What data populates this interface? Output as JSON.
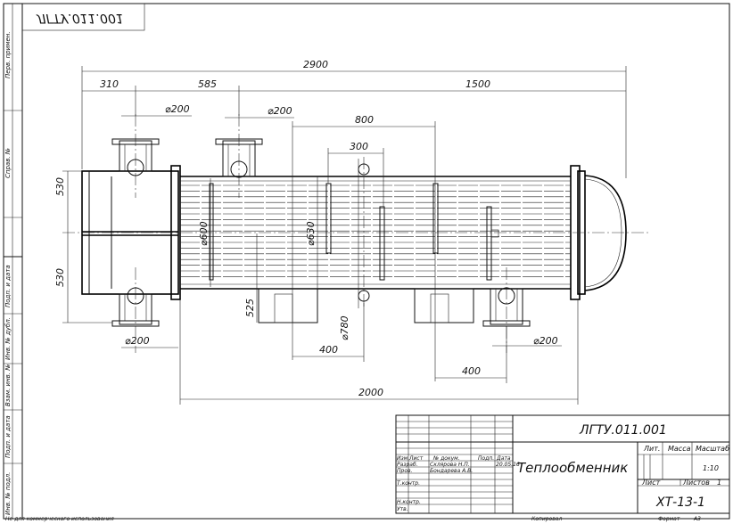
{
  "drawing": {
    "top_code_mirrored": "ЛГТУ.011.001",
    "dimensions": {
      "overall_length": "2900",
      "left_nozzle_offset": "310",
      "nozzle_spacing": "585",
      "right_span": "1500",
      "nozzle_diameter_top_left": "⌀200",
      "nozzle_diameter_top_right": "⌀200",
      "nozzle_diameter_bottom_left": "⌀200",
      "nozzle_diameter_bottom_right": "⌀200",
      "span_800": "800",
      "span_300": "300",
      "height_530_top": "530",
      "height_530_bottom": "530",
      "shell_diameter_600": "⌀600",
      "shell_diameter_630": "⌀630",
      "support_height_525": "525",
      "support_diameter_780": "⌀780",
      "support_width_left": "400",
      "support_width_right": "400",
      "tube_length": "2000"
    }
  },
  "side_strip": {
    "labels": [
      "Перв. примен.",
      "Справ. №",
      "Подп. и дата",
      "Инв. № дубл.",
      "Взам. инв. №",
      "Подп. и дата",
      "Инв. № подл."
    ]
  },
  "title_block": {
    "document_code": "ЛГТУ.011.001",
    "title": "Теплообменник",
    "header": {
      "izm": "Изм.",
      "list": "Лист",
      "ndokum": "№ докум.",
      "podp": "Подп.",
      "data": "Дата"
    },
    "rows": [
      {
        "role": "Разраб.",
        "name": "Склярова Н.П.",
        "date": "20.05.16"
      },
      {
        "role": "Пров.",
        "name": "Бондарева А.В.",
        "date": ""
      },
      {
        "role": "Т.контр.",
        "name": "",
        "date": ""
      },
      {
        "role": "",
        "name": "",
        "date": ""
      },
      {
        "role": "Н.контр.",
        "name": "",
        "date": ""
      },
      {
        "role": "Утв.",
        "name": "",
        "date": ""
      }
    ],
    "lit_label": "Лит.",
    "massa_label": "Масса",
    "masshtab_label": "Масштаб",
    "scale": "1:10",
    "list_label": "Лист",
    "listov_label": "Листов",
    "listov_value": "1",
    "org_code": "ХТ-13-1"
  },
  "footer": {
    "note": "Не для коммерческого использования",
    "copied": "Копировал",
    "format_label": "Формат",
    "format_value": "А3"
  }
}
